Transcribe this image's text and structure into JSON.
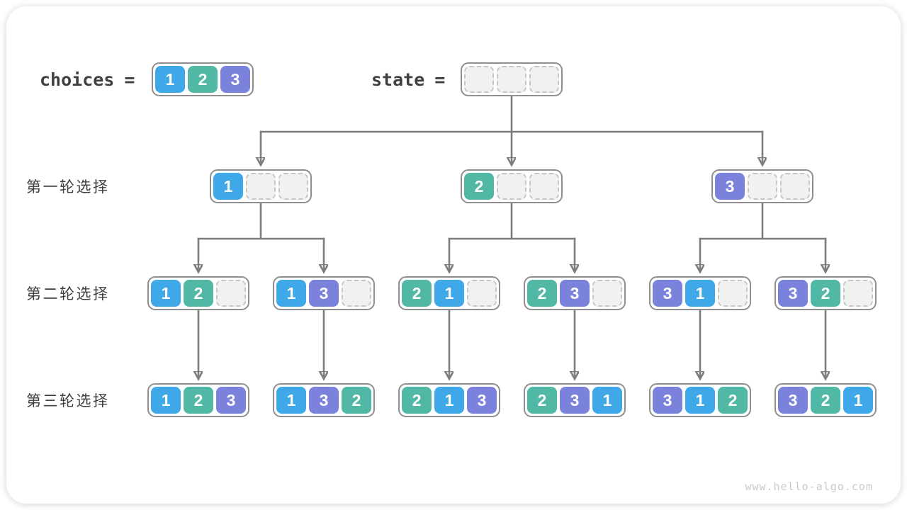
{
  "palette": {
    "c1": "#3fa8e8",
    "c2": "#51b8a6",
    "c3": "#7a82dc",
    "arrow": "#7d7d7d",
    "box-border": "#8f8f8f",
    "empty-fill": "#f1f1f1",
    "empty-border": "#c7c7c7",
    "text": "#3f3f3f"
  },
  "header": {
    "choices_label": "choices",
    "choices_equals": "=",
    "choices": [
      "1",
      "2",
      "3"
    ],
    "state_label": "state",
    "state_equals": "=",
    "state": [
      "",
      "",
      ""
    ]
  },
  "rows": [
    {
      "label": "第一轮选择",
      "nodes": [
        [
          "1",
          "",
          ""
        ],
        [
          "2",
          "",
          ""
        ],
        [
          "3",
          "",
          ""
        ]
      ]
    },
    {
      "label": "第二轮选择",
      "nodes": [
        [
          "1",
          "2",
          ""
        ],
        [
          "1",
          "3",
          ""
        ],
        [
          "2",
          "1",
          ""
        ],
        [
          "2",
          "3",
          ""
        ],
        [
          "3",
          "1",
          ""
        ],
        [
          "3",
          "2",
          ""
        ]
      ]
    },
    {
      "label": "第三轮选择",
      "nodes": [
        [
          "1",
          "2",
          "3"
        ],
        [
          "1",
          "3",
          "2"
        ],
        [
          "2",
          "1",
          "3"
        ],
        [
          "2",
          "3",
          "1"
        ],
        [
          "3",
          "1",
          "2"
        ],
        [
          "3",
          "2",
          "1"
        ]
      ]
    }
  ],
  "watermark": "www.hello-algo.com"
}
